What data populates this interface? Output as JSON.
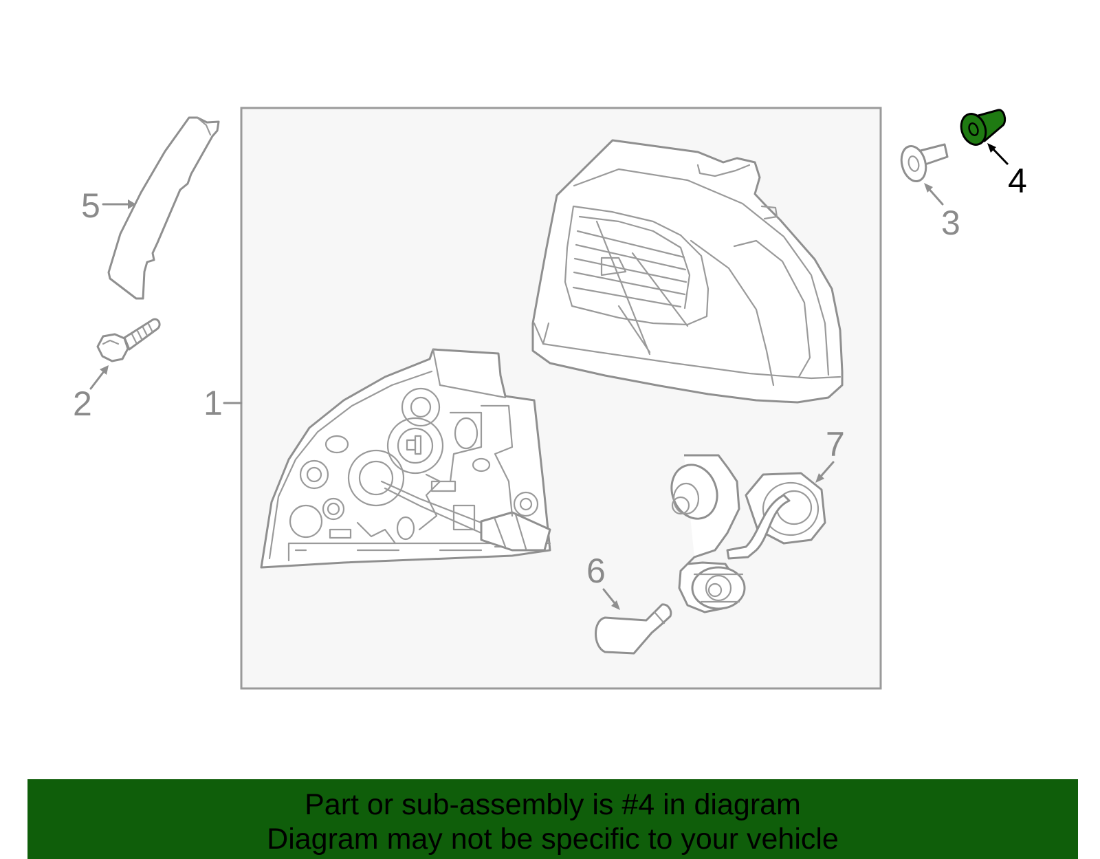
{
  "callouts": {
    "c1": "1",
    "c2": "2",
    "c3": "3",
    "c4": "4",
    "c5": "5",
    "c6": "6",
    "c7": "7"
  },
  "highlighted_part": "4",
  "colors": {
    "highlight": "#1f7a12",
    "banner": "#0f5e0a",
    "outline": "#8f8f8f",
    "box_fill": "#f7f7f7"
  },
  "banner": {
    "line1": "Part or sub-assembly is #4 in diagram",
    "line2": "Diagram may not be specific to your vehicle"
  }
}
